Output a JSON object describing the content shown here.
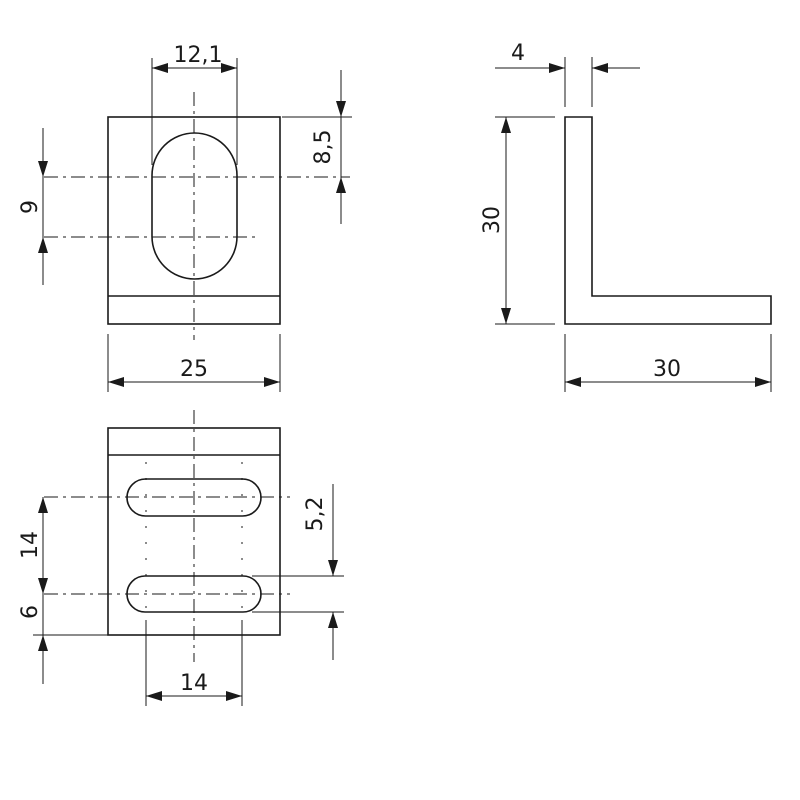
{
  "dimensions": {
    "front_slot_width": "12,1",
    "front_top_to_slot_center": "8,5",
    "front_slot_center_spacing": "9",
    "front_width": "25",
    "side_thickness": "4",
    "side_height": "30",
    "side_length": "30",
    "bottom_slot_spacing": "14",
    "bottom_edge_to_slot": "6",
    "bottom_slot_width": "5,2",
    "bottom_slot_length": "14"
  },
  "colors": {
    "line": "#1a1a1a",
    "background": "#ffffff"
  }
}
